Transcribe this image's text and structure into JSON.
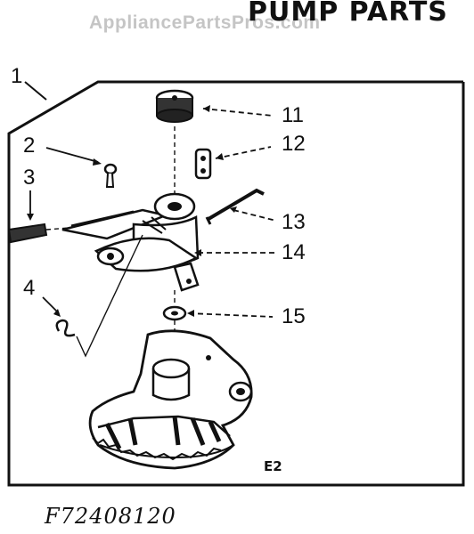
{
  "header": {
    "title": "PUMP PARTS",
    "watermark": "AppliancePartsPros.com"
  },
  "callouts": [
    {
      "id": "1",
      "label": "1"
    },
    {
      "id": "2",
      "label": "2"
    },
    {
      "id": "3",
      "label": "3"
    },
    {
      "id": "4",
      "label": "4"
    },
    {
      "id": "11",
      "label": "11"
    },
    {
      "id": "12",
      "label": "12"
    },
    {
      "id": "13",
      "label": "13"
    },
    {
      "id": "14",
      "label": "14"
    },
    {
      "id": "15",
      "label": "15"
    }
  ],
  "diagram": {
    "sheet_code": "E2",
    "part_number": "F72408120"
  },
  "colors": {
    "ink": "#111111",
    "watermark": "#969696"
  }
}
